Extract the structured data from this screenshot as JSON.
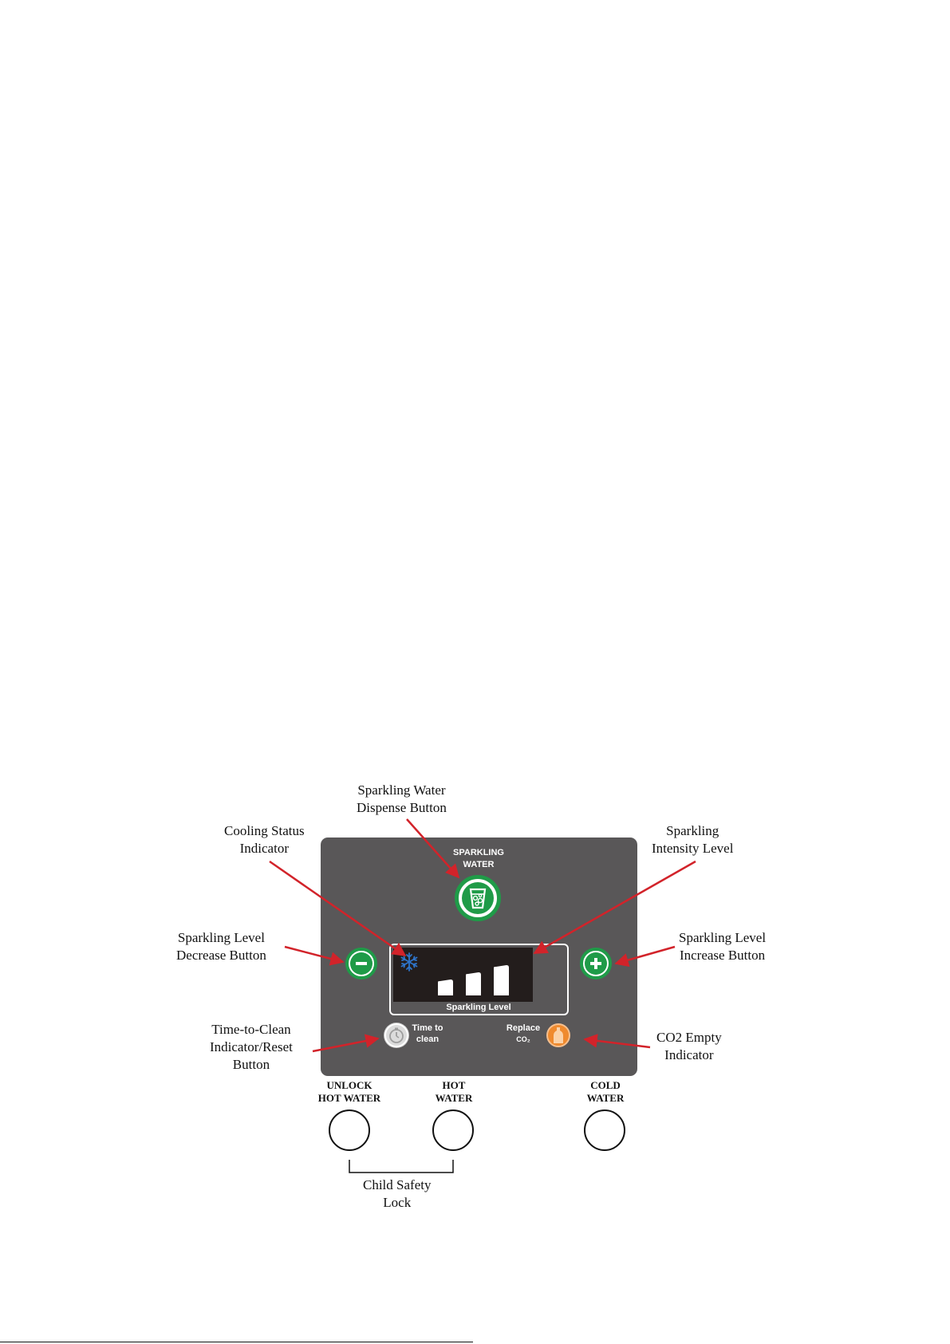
{
  "callouts": {
    "dispense": [
      "Sparkling Water",
      "Dispense Button"
    ],
    "cooling": [
      "Cooling Status",
      "Indicator"
    ],
    "intensity": [
      "Sparkling",
      "Intensity Level"
    ],
    "decrease": [
      "Sparkling Level",
      "Decrease Button"
    ],
    "increase": [
      "Sparkling Level",
      "Increase Button"
    ],
    "clean": [
      "Time-to-Clean",
      "Indicator/Reset",
      "Button"
    ],
    "co2": [
      "CO2 Empty",
      "Indicator"
    ],
    "child_lock": [
      "Child Safety",
      "Lock"
    ]
  },
  "panel": {
    "sparkling_label": [
      "SPARKLING",
      "WATER"
    ],
    "display_label": "Sparkling Level",
    "time_to_clean": [
      "Time to",
      "clean"
    ],
    "replace_co2": [
      "Replace",
      "CO₂"
    ],
    "sparkling_bars": 3
  },
  "physical_buttons": {
    "unlock": [
      "UNLOCK",
      "HOT WATER"
    ],
    "hot": [
      "HOT",
      "WATER"
    ],
    "cold": [
      "COLD",
      "WATER"
    ]
  },
  "colors": {
    "panel": "#595758",
    "button_green": "#1f9b48",
    "cooling_blue": "#2e74c9",
    "co2_orange": "#ef8a2e",
    "arrow_red": "#d2232a",
    "display_bg": "#231d1c"
  },
  "icons": [
    "snowflake-icon",
    "glass-bubbles-icon",
    "minus-icon",
    "plus-icon",
    "clock-icon",
    "co2-bottle-icon"
  ]
}
